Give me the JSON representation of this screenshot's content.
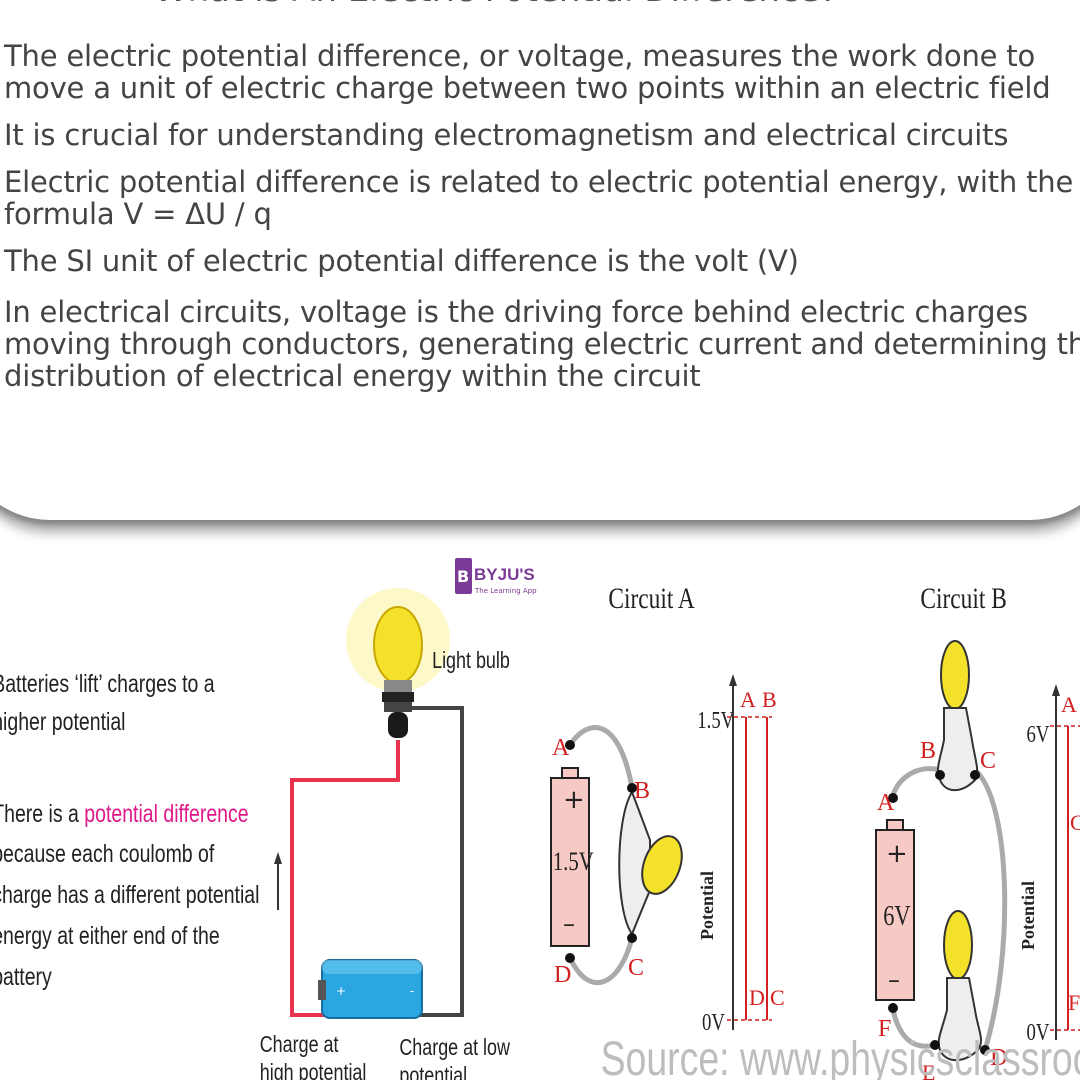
{
  "title": "What is An Electric Potential Difference?",
  "bullets": [
    "The electric potential difference, or voltage, measures the work done to move a unit of electric charge between two points within an electric field",
    "It is crucial for understanding electromagnetism and electrical circuits",
    "Electric potential difference is related to electric potential energy, with the formula V = ΔU / q",
    "The SI unit of electric potential difference is the volt (V)",
    "In electrical circuits, voltage is the driving force behind electric charges moving through conductors, generating electric current and determining the distribution of electrical energy within the circuit"
  ],
  "left_panel": {
    "logo_text": "BYJU'S",
    "logo_letter": "B",
    "logo_sub": "The Learning App",
    "bulb_label": "Light bulb",
    "text1": [
      "Batteries ‘lift’ charges to a",
      "higher potential"
    ],
    "text2_pre": "There is a ",
    "text2_highlight": "potential difference",
    "text2_rest": [
      "because each coulomb of",
      "charge has a different potential",
      "energy at either end of the",
      "battery"
    ],
    "charge_high": [
      "Charge at",
      "high potential"
    ],
    "charge_low": [
      "Charge at low",
      "potential"
    ],
    "plus_sign": "+",
    "minus_sign": "-"
  },
  "circuit_a": {
    "title": "Circuit A",
    "battery_label": "1.5V",
    "scale_top": "1.5V",
    "scale_bottom": "0V",
    "axis_label": "Potential",
    "points": [
      "A",
      "B",
      "C",
      "D"
    ],
    "plus_sign": "+",
    "minus_sign": "–"
  },
  "circuit_b": {
    "title": "Circuit B",
    "battery_label": "6V",
    "scale_top": "6V",
    "scale_bottom": "0V",
    "axis_label": "Potential",
    "points": [
      "A",
      "B",
      "C",
      "D",
      "E",
      "F"
    ],
    "plus_sign": "+",
    "minus_sign": "–"
  },
  "source": "Source: www.physicsclassroom.com",
  "colors": {
    "highlight": "#e0198a",
    "red_label": "#d21f1f",
    "battery_fill": "#f7c9c4",
    "wire_red": "#e8344e",
    "battery_blue": "#2aa7e0",
    "bulb_yellow": "#f4e12a",
    "logo_purple": "#7b3a96"
  }
}
